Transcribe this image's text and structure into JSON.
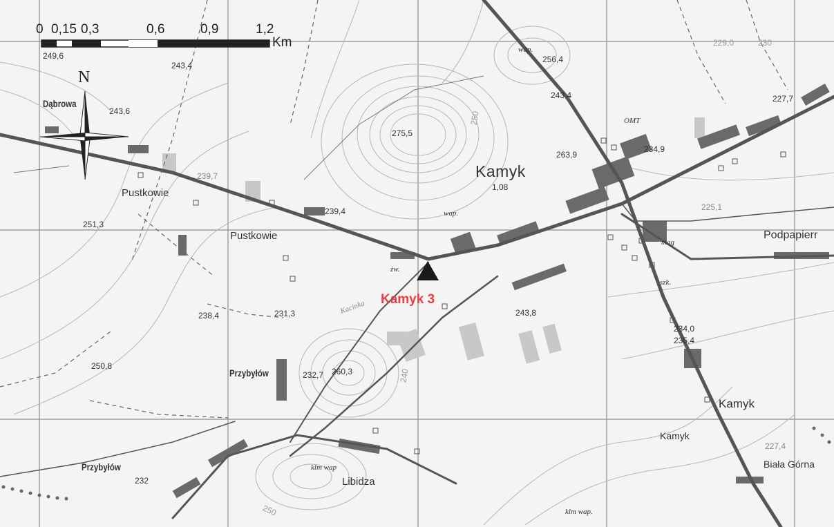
{
  "scale_bar": {
    "ticks": [
      "0",
      "0,15",
      "0,3",
      "0,6",
      "0,9",
      "1,2"
    ],
    "unit": "Km"
  },
  "north_arrow": {
    "label": "N",
    "icon": "compass-rose-icon"
  },
  "site": {
    "name": "Kamyk 3",
    "color": "#e8404a",
    "marker": "triangle-marker-icon"
  },
  "places": {
    "dabrowa": "Dąbrowa",
    "pustkowie_1": "Pustkowie",
    "pustkowie_2": "Pustkowie",
    "kamyk_main": "Kamyk",
    "kamyk_se": "Kamyk",
    "kamyk_s": "Kamyk",
    "podpapiernia": "Podpapierr",
    "przybylow_1": "Przybyłów",
    "przybylow_2": "Przybyłów",
    "libidza": "Libidza",
    "biala_gorna": "Biała Górna"
  },
  "elevations": {
    "e249_6": "249,6",
    "e243_4a": "243,4",
    "e243_6": "243,6",
    "e239_7": "239,7",
    "e251_3": "251,3",
    "e238_4": "238,4",
    "e231_3": "231,3",
    "e250_8": "250,8",
    "e232_7": "232,7",
    "e260_3": "260,3",
    "e275_5": "275,5",
    "e263_9": "263,9",
    "e243_4b": "243,4",
    "e256_4": "256,4",
    "e229_0": "229,0",
    "e230": "230",
    "e227_7": "227,7",
    "e234_9": "234,9",
    "e225_1": "225,1",
    "e243_8": "243,8",
    "e234_0": "234,0",
    "e235_4": "235,4",
    "e227_4": "227,4",
    "e239_4": "239,4",
    "e250": "250",
    "e240": "240",
    "e250b": "250",
    "e232": "232"
  },
  "annotations": {
    "omt": "OMT",
    "wap_1": "wap.",
    "wap_2": "wap.",
    "mag": "mag",
    "szk": "szk.",
    "zw": "żw.",
    "kosa": "Kacinka",
    "point": "1,08",
    "klm_wap_1": "klm wap",
    "klm_wap_2": "klm wap."
  }
}
